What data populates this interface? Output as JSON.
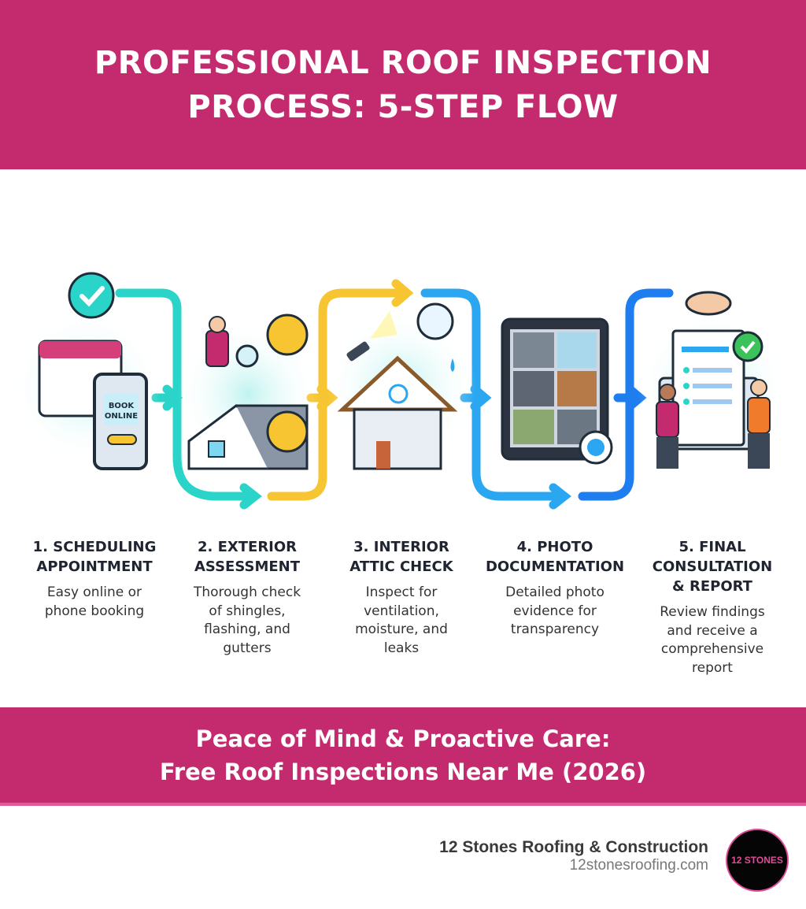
{
  "header": {
    "title": "PROFESSIONAL ROOF INSPECTION PROCESS: 5-STEP FLOW"
  },
  "illustration": {
    "phone_button_label": "BOOK ONLINE"
  },
  "colors": {
    "brand": "#c42a6e",
    "teal": "#2ad4c8",
    "yellow": "#f7c531",
    "blue": "#2aa7f0",
    "deep_blue": "#1e7ef0"
  },
  "steps": [
    {
      "title": "1. SCHEDULING APPOINTMENT",
      "description": "Easy online or phone booking",
      "icon": "calendar-phone-icon"
    },
    {
      "title": "2. EXTERIOR ASSESSMENT",
      "description": "Thorough check of shingles, flashing, and gutters",
      "icon": "roofer-magnifier-icon"
    },
    {
      "title": "3. INTERIOR ATTIC CHECK",
      "description": "Inspect for ventilation, moisture, and leaks",
      "icon": "attic-flashlight-icon"
    },
    {
      "title": "4. PHOTO DOCUMENTATION",
      "description": "Detailed photo evidence for transparency",
      "icon": "tablet-photos-icon"
    },
    {
      "title": "5. FINAL CONSULTATION & REPORT",
      "description": "Review findings and receive a comprehensive report",
      "icon": "handshake-report-icon"
    }
  ],
  "banner": {
    "line1": "Peace of Mind & Proactive Care:",
    "line2": "Free Roof Inspections Near Me (2026)"
  },
  "footer": {
    "company": "12 Stones Roofing & Construction",
    "url": "12stonesroofing.com",
    "logo_text": "12 STONES"
  }
}
